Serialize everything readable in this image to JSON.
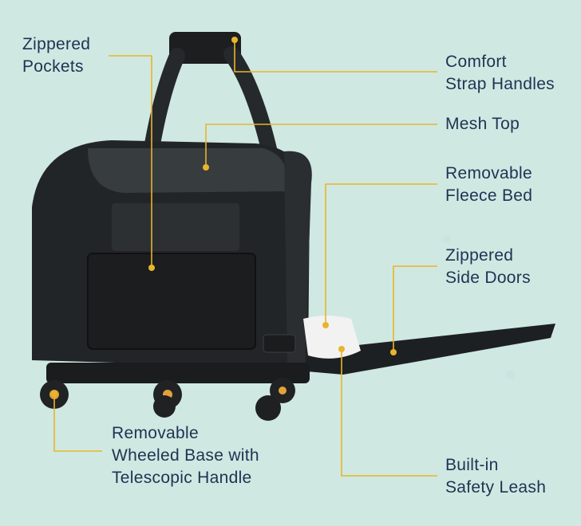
{
  "colors": {
    "background": "#cfe8e2",
    "callout_line": "#e8b52a",
    "label_text": "#1f3352",
    "carrier_body": "#202325",
    "wheel_accent": "#e2a23a"
  },
  "callouts": {
    "zippered_pockets": [
      "Zippered",
      "Pockets"
    ],
    "comfort_strap_handles": [
      "Comfort",
      "Strap Handles"
    ],
    "mesh_top": [
      "Mesh Top"
    ],
    "removable_fleece_bed": [
      "Removable",
      "Fleece Bed"
    ],
    "zippered_side_doors": [
      "Zippered",
      "Side Doors"
    ],
    "removable_wheeled_base": [
      "Removable",
      "Wheeled Base with",
      "Telescopic Handle"
    ],
    "built_in_safety_leash": [
      "Built-in",
      "Safety Leash"
    ]
  }
}
